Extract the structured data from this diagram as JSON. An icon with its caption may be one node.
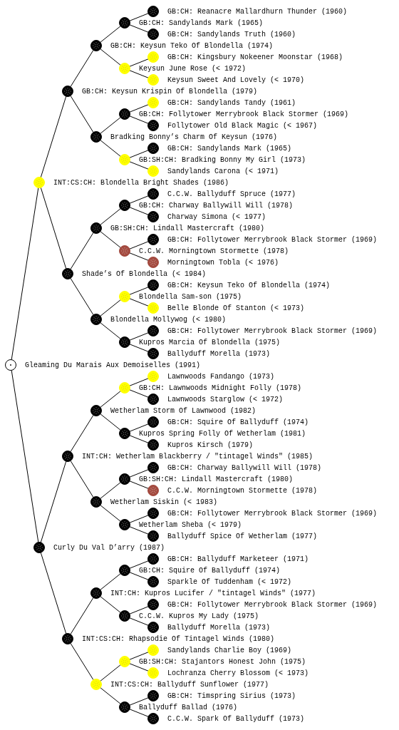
{
  "diagram": {
    "nodes": [
      {
        "text": [
          "GB:CH: Reanacre Mallardhurn Thunder (1960)"
        ]
      },
      {
        "text": [
          "GB:CH: Sandylands Mark (1965)"
        ]
      },
      {
        "text": [
          "GB:CH: Sandylands Truth (1960)"
        ]
      },
      {
        "text": [
          "GB:CH: Keysun Teko Of Blondella (1974)"
        ]
      },
      {
        "text": [
          "GB:CH: Kingsbury Nokeener Moonstar (1968)"
        ]
      },
      {
        "text": [
          "Keysun June Rose (< 1972)"
        ]
      },
      {
        "text": [
          "Keysun Sweet And Lovely (< 1970)"
        ]
      },
      {
        "text": [
          "GB:CH: Keysun Krispin Of Blondella (1979)"
        ]
      },
      {
        "text": [
          "GB:CH: Sandylands Tandy (1961)"
        ]
      },
      {
        "text": [
          "GB:CH: Follytower Merrybrook Black Stormer (1969)"
        ]
      },
      {
        "text": [
          "Follytower Old Black Magic (< 1967)"
        ]
      },
      {
        "text": [
          "Bradking Bonny’s Charm Of Keysun (1976)"
        ]
      },
      {
        "text": [
          "GB:CH: Sandylands Mark (1965)"
        ]
      },
      {
        "text": [
          "GB:SH:CH: Bradking Bonny My Girl (1973)"
        ]
      },
      {
        "text": [
          "Sandylands Carona (< 1971)"
        ]
      },
      {
        "text": [
          "INT:CS:CH: Blondella Bright Shades (1986)"
        ]
      },
      {
        "text": [
          "C.C.W. Ballyduff Spruce (1977)"
        ]
      },
      {
        "text": [
          "GB:CH: Charway Ballywill Will (1978)"
        ]
      },
      {
        "text": [
          "Charway Simona (< 1977)"
        ]
      },
      {
        "text": [
          "GB:SH:CH: Lindall Mastercraft (1980)"
        ]
      },
      {
        "text": [
          "GB:CH: Follytower Merrybrook Black Stormer (1969)"
        ]
      },
      {
        "text": [
          "C.C.W. Morningtown Stormette (1978)"
        ]
      },
      {
        "text": [
          "Morningtown Tobla (< 1976)"
        ]
      },
      {
        "text": [
          "Shade’s Of Blondella (< 1984)"
        ]
      },
      {
        "text": [
          "GB:CH: Keysun Teko Of Blondella (1974)"
        ]
      },
      {
        "text": [
          "Blondella Sam-son (1975)"
        ]
      },
      {
        "text": [
          "Belle Blonde Of Stanton (< 1973)"
        ]
      },
      {
        "text": [
          "Blondella Mollywog (< 1980)"
        ]
      },
      {
        "text": [
          "GB:CH: Follytower Merrybrook Black Stormer (1969)"
        ]
      },
      {
        "text": [
          "Kupros Marcia Of Blondella (1975)"
        ]
      },
      {
        "text": [
          "Ballyduff Morella (1973)"
        ]
      },
      {
        "text": [
          "Gleaming Du Marais Aux Demoiselles (1991)"
        ]
      },
      {
        "text": [
          "Lawnwoods Fandango (1973)"
        ]
      },
      {
        "text": [
          "GB:CH: Lawnwoods Midnight Folly (1978)"
        ]
      },
      {
        "text": [
          "Lawnwoods Starglow (< 1972)"
        ]
      },
      {
        "text": [
          "Wetherlam Storm Of Lawnwood (1982)"
        ]
      },
      {
        "text": [
          "GB:CH: Squire Of Ballyduff (1974)"
        ]
      },
      {
        "text": [
          "Kupros Spring Folly Of Wetherlam (1981)"
        ]
      },
      {
        "text": [
          "Kupros Kirsch (1979)"
        ]
      },
      {
        "text": [
          "INT:CH: Wetherlam Blackberry / \"tintagel Winds\" (1985)"
        ]
      },
      {
        "text": [
          "GB:CH: Charway Ballywill Will (1978)"
        ]
      },
      {
        "text": [
          "GB:SH:CH: Lindall Mastercraft (1980)"
        ]
      },
      {
        "text": [
          "C.C.W. Morningtown Stormette (1978)"
        ]
      },
      {
        "text": [
          "Wetherlam Siskin (< 1983)"
        ]
      },
      {
        "text": [
          "GB:CH: Follytower Merrybrook Black Stormer (1969)"
        ]
      },
      {
        "text": [
          "Wetherlam Sheba (< 1979)"
        ]
      },
      {
        "text": [
          "Ballyduff Spice Of Wetherlam (1977)"
        ]
      },
      {
        "text": [
          "Curly Du Val D’arry (1987)"
        ]
      },
      {
        "text": [
          "GB:CH: Ballyduff Marketeer (1971)"
        ]
      },
      {
        "text": [
          "GB:CH: Squire Of Ballyduff (1974)"
        ]
      },
      {
        "text": [
          "Sparkle Of Tuddenham (< 1972)"
        ]
      },
      {
        "text": [
          "INT:CH: Kupros Lucifer / \"tintagel Winds\" (1977)"
        ]
      },
      {
        "text": [
          "GB:CH: Follytower Merrybrook Black Stormer (1969)"
        ]
      },
      {
        "text": [
          "C.C.W. Kupros My Lady (1975)"
        ]
      },
      {
        "text": [
          "Ballyduff Morella (1973)"
        ]
      },
      {
        "text": [
          "INT:CS:CH: Rhapsodie Of Tintagel Winds (1980)"
        ]
      },
      {
        "text": [
          "Sandylands Charlie Boy (1969)"
        ]
      },
      {
        "text": [
          "GB:SH:CH: Stajantors Honest John (1975)"
        ]
      },
      {
        "text": [
          "Lochranza Cherry Blossom (< 1973)"
        ]
      },
      {
        "text": [
          "INT:CS:CH: Ballyduff Sunflower (1977)"
        ]
      },
      {
        "text": [
          "GB:CH: Timspring Sirius (1973)"
        ]
      },
      {
        "text": [
          "Ballyduff Ballad (1976)"
        ]
      },
      {
        "text": [
          "C.C.W. Spark Of Ballyduff (1973)"
        ]
      }
    ],
    "edges": [
      {
        "from": 1,
        "to": 0,
        "arrow": "none"
      },
      {
        "from": 1,
        "to": 2,
        "arrow": "none"
      },
      {
        "from": 3,
        "to": 1,
        "arrow": "none"
      },
      {
        "from": 3,
        "to": 5,
        "arrow": "none"
      },
      {
        "from": 5,
        "to": 4,
        "arrow": "none"
      },
      {
        "from": 5,
        "to": 6,
        "arrow": "none"
      },
      {
        "from": 7,
        "to": 3,
        "arrow": "none"
      },
      {
        "from": 7,
        "to": 11,
        "arrow": "none"
      },
      {
        "from": 9,
        "to": 8,
        "arrow": "none"
      },
      {
        "from": 9,
        "to": 10,
        "arrow": "none"
      },
      {
        "from": 11,
        "to": 9,
        "arrow": "none"
      },
      {
        "from": 11,
        "to": 13,
        "arrow": "none"
      },
      {
        "from": 13,
        "to": 12,
        "arrow": "none"
      },
      {
        "from": 13,
        "to": 14,
        "arrow": "none"
      },
      {
        "from": 15,
        "to": 7,
        "arrow": "none"
      },
      {
        "from": 15,
        "to": 23,
        "arrow": "none"
      },
      {
        "from": 17,
        "to": 16,
        "arrow": "none"
      },
      {
        "from": 17,
        "to": 18,
        "arrow": "none"
      },
      {
        "from": 19,
        "to": 17,
        "arrow": "none"
      },
      {
        "from": 19,
        "to": 21,
        "arrow": "none"
      },
      {
        "from": 21,
        "to": 20,
        "arrow": "none"
      },
      {
        "from": 21,
        "to": 22,
        "arrow": "none"
      },
      {
        "from": 23,
        "to": 19,
        "arrow": "none"
      },
      {
        "from": 23,
        "to": 27,
        "arrow": "none"
      },
      {
        "from": 25,
        "to": 24,
        "arrow": "none"
      },
      {
        "from": 25,
        "to": 26,
        "arrow": "none"
      },
      {
        "from": 27,
        "to": 25,
        "arrow": "none"
      },
      {
        "from": 27,
        "to": 29,
        "arrow": "none"
      },
      {
        "from": 29,
        "to": 28,
        "arrow": "none"
      },
      {
        "from": 29,
        "to": 30,
        "arrow": "none"
      },
      {
        "from": 31,
        "to": 15,
        "arrow": "none"
      },
      {
        "from": 31,
        "to": 47,
        "arrow": "none"
      },
      {
        "from": 33,
        "to": 32,
        "arrow": "none"
      },
      {
        "from": 33,
        "to": 34,
        "arrow": "none"
      },
      {
        "from": 35,
        "to": 33,
        "arrow": "none"
      },
      {
        "from": 35,
        "to": 37,
        "arrow": "none"
      },
      {
        "from": 37,
        "to": 36,
        "arrow": "none"
      },
      {
        "from": 37,
        "to": 38,
        "arrow": "none"
      },
      {
        "from": 39,
        "to": 35,
        "arrow": "none"
      },
      {
        "from": 39,
        "to": 43,
        "arrow": "none"
      },
      {
        "from": 41,
        "to": 40,
        "arrow": "none"
      },
      {
        "from": 41,
        "to": 42,
        "arrow": "none"
      },
      {
        "from": 43,
        "to": 41,
        "arrow": "none"
      },
      {
        "from": 43,
        "to": 45,
        "arrow": "none"
      },
      {
        "from": 45,
        "to": 44,
        "arrow": "none"
      },
      {
        "from": 45,
        "to": 46,
        "arrow": "none"
      },
      {
        "from": 47,
        "to": 39,
        "arrow": "none"
      },
      {
        "from": 47,
        "to": 55,
        "arrow": "none"
      },
      {
        "from": 49,
        "to": 48,
        "arrow": "none"
      },
      {
        "from": 49,
        "to": 50,
        "arrow": "none"
      },
      {
        "from": 51,
        "to": 49,
        "arrow": "none"
      },
      {
        "from": 51,
        "to": 53,
        "arrow": "none"
      },
      {
        "from": 53,
        "to": 52,
        "arrow": "none"
      },
      {
        "from": 53,
        "to": 54,
        "arrow": "none"
      },
      {
        "from": 55,
        "to": 51,
        "arrow": "none"
      },
      {
        "from": 55,
        "to": 59,
        "arrow": "none"
      },
      {
        "from": 57,
        "to": 56,
        "arrow": "none"
      },
      {
        "from": 57,
        "to": 58,
        "arrow": "none"
      },
      {
        "from": 59,
        "to": 57,
        "arrow": "none"
      },
      {
        "from": 59,
        "to": 61,
        "arrow": "none"
      },
      {
        "from": 61,
        "to": 60,
        "arrow": "none"
      },
      {
        "from": 61,
        "to": 62,
        "arrow": "none"
      }
    ]
  }
}
